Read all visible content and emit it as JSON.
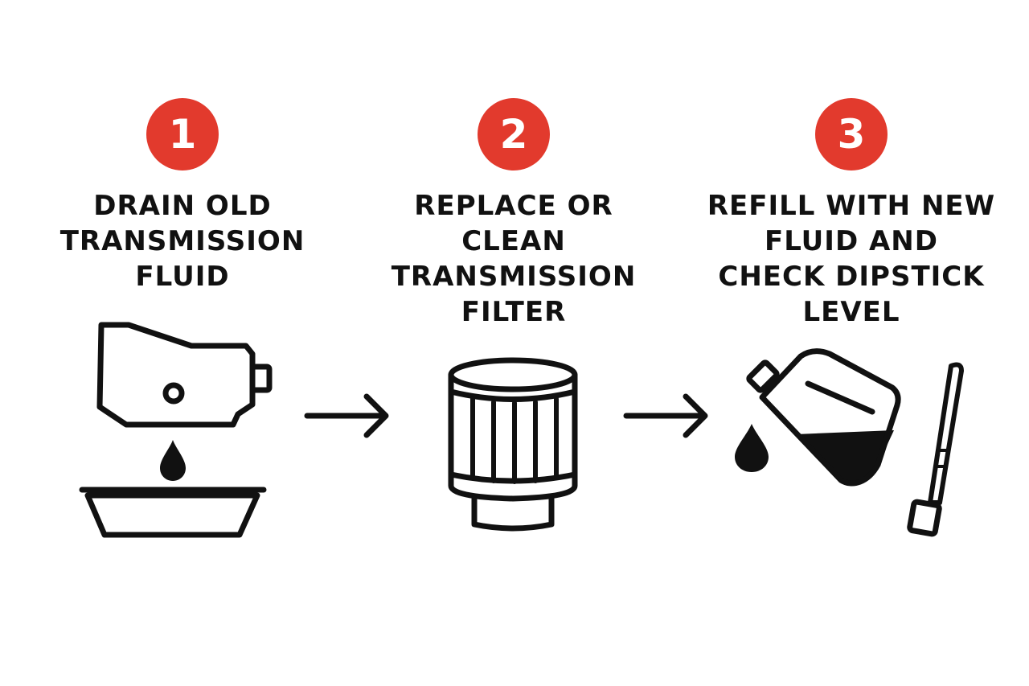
{
  "colors": {
    "badge": "#e23a2d",
    "ink": "#111111"
  },
  "steps": [
    {
      "number": "1",
      "title_lines": [
        "DRAIN OLD",
        "TRANSMISSION",
        "FLUID"
      ],
      "icon": "transmission-pan-drip-icon"
    },
    {
      "number": "2",
      "title_lines": [
        "REPLACE OR",
        "CLEAN",
        "TRANSMISSION",
        "FILTER"
      ],
      "icon": "filter-icon"
    },
    {
      "number": "3",
      "title_lines": [
        "REFILL WITH NEW",
        "FLUID AND",
        "CHECK DIPSTICK",
        "LEVEL"
      ],
      "icon": "jug-pour-dipstick-icon"
    }
  ],
  "arrows": [
    "right-arrow-icon",
    "right-arrow-icon"
  ]
}
